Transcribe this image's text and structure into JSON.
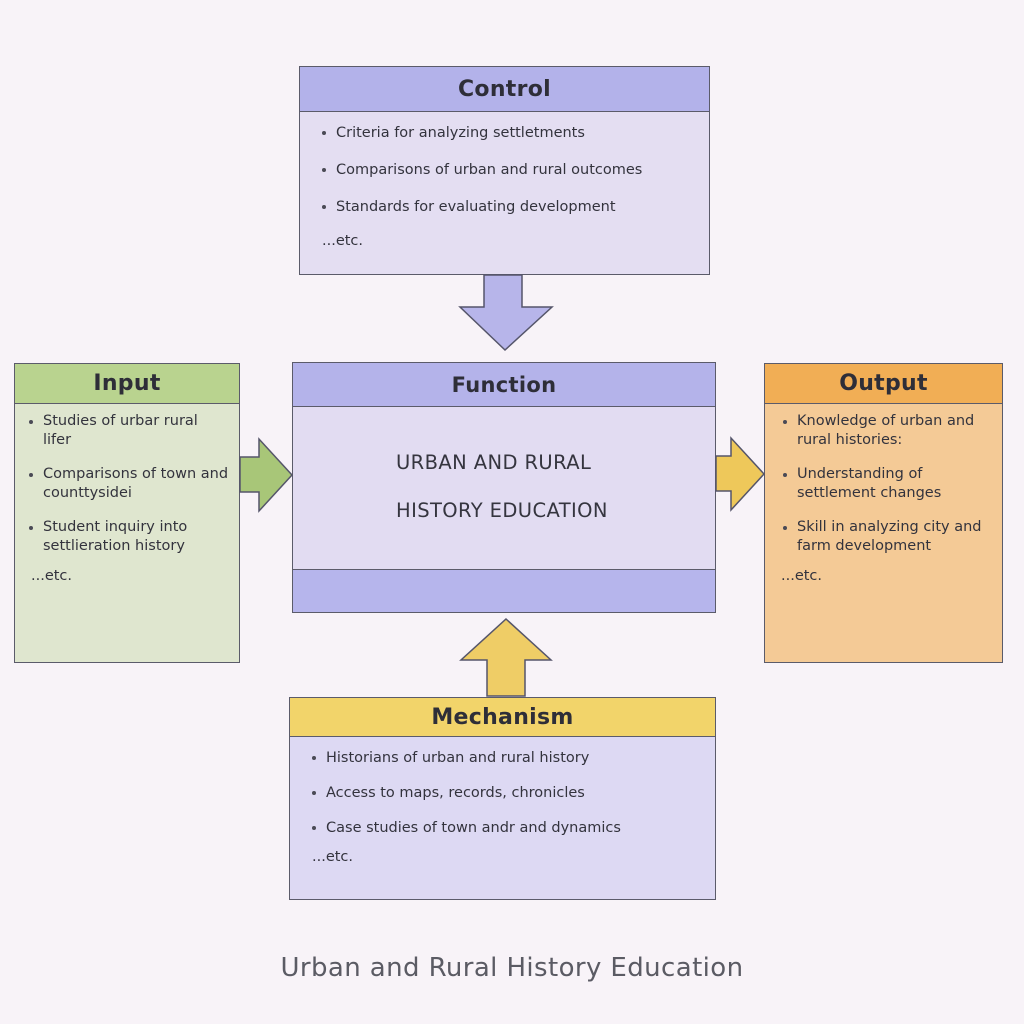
{
  "diagram": {
    "type": "IDEF0 function diagram",
    "caption": "Urban and Rural History Education",
    "colors": {
      "background": "#f8f3f8",
      "control_header": "#b3b2ea",
      "control_body": "#e4def2",
      "function_header": "#b4b3ea",
      "function_body": "#e2dcf2",
      "input_header": "#b9d38f",
      "input_body": "#dfe6cf",
      "output_header": "#f1ae55",
      "output_body": "#f4ca96",
      "mechanism_header": "#f2d46a",
      "mechanism_body": "#ddd9f3",
      "arrow_control": "#b7b5ea",
      "arrow_input": "#a8c678",
      "arrow_output": "#eec85a",
      "arrow_mechanism": "#efcd66"
    },
    "control": {
      "title": "Control",
      "items": [
        "Criteria for analyzing settletments",
        "Comparisons of urban and rural outcomes",
        "Standards for evaluating development"
      ],
      "etc": "...etc."
    },
    "function": {
      "title": "Function",
      "line1": "URBAN AND RURAL",
      "line2": "HISTORY EDUCATION"
    },
    "input": {
      "title": "Input",
      "items": [
        "Studies of urbar rural lifer",
        "Comparisons of town and counttysidei",
        "Student inquiry into settlieration history"
      ],
      "etc": "...etc."
    },
    "output": {
      "title": "Output",
      "items": [
        "Knowledge of urban and rural histories:",
        "Understanding of settlement changes",
        "Skill in analyzing city and farm development"
      ],
      "etc": "...etc."
    },
    "mechanism": {
      "title": "Mechanism",
      "items": [
        "Historians of urban and rural history",
        "Access to maps, records, chronicles",
        "Case studies of town andr and dynamics"
      ],
      "etc": "...etc."
    }
  }
}
